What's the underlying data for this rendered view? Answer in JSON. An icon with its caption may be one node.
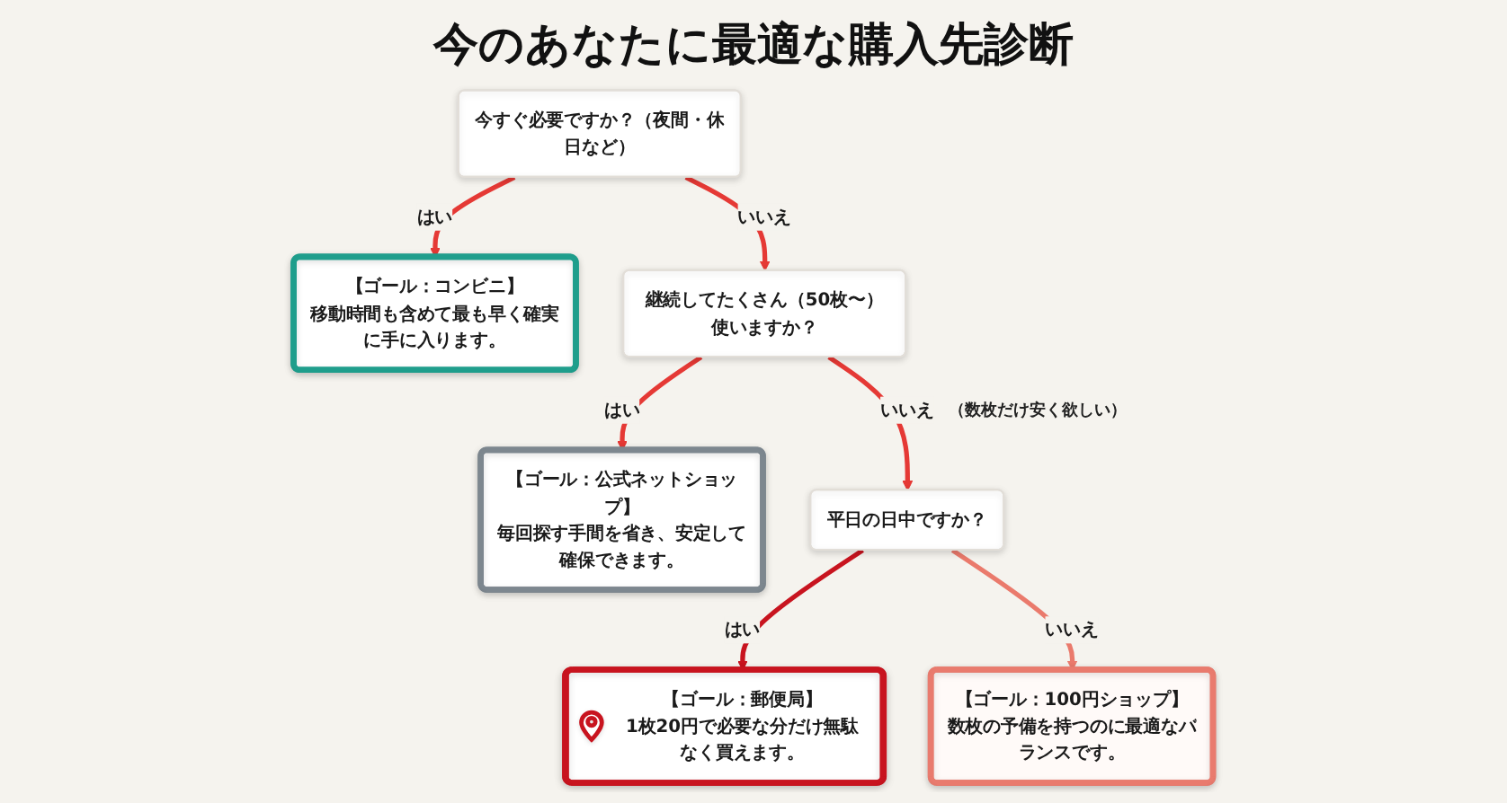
{
  "diagram": {
    "title": "今のあなたに最適な購入先診断",
    "nodes": [
      {
        "text": [
          "今すぐ必要ですか？（夜間・休日など）"
        ]
      },
      {
        "text": [
          "【ゴール：コンビニ】",
          "移動時間も含めて最も早く確実に手に入ります。"
        ]
      },
      {
        "text": [
          "継続してたくさん（50枚〜）使いますか？"
        ]
      },
      {
        "text": [
          "【ゴール：公式ネットショップ】",
          "毎回探す手間を省き、安定して確保できます。"
        ]
      },
      {
        "text": [
          "平日の日中ですか？"
        ]
      },
      {
        "text": [
          "【ゴール：郵便局】",
          "1枚20円で必要な分だけ無駄なく買えます。"
        ]
      },
      {
        "text": [
          "【ゴール：100円ショップ】",
          "数枚の予備を持つのに最適なバランスです。"
        ]
      }
    ],
    "edges": [
      {
        "from": 0,
        "to": 1,
        "arrow": "to",
        "label": "はい"
      },
      {
        "from": 0,
        "to": 2,
        "arrow": "to",
        "label": "いいえ"
      },
      {
        "from": 2,
        "to": 3,
        "arrow": "to",
        "label": "はい"
      },
      {
        "from": 2,
        "to": 4,
        "arrow": "to",
        "label": "いいえ"
      },
      {
        "from": 4,
        "to": 5,
        "arrow": "to",
        "label": "はい",
        "color": "#c8141f"
      },
      {
        "from": 4,
        "to": 6,
        "arrow": "to",
        "label": "いいえ",
        "color": "#ea7a6c"
      }
    ],
    "labels": [
      "（数枚だけ安く欲しい）"
    ]
  }
}
